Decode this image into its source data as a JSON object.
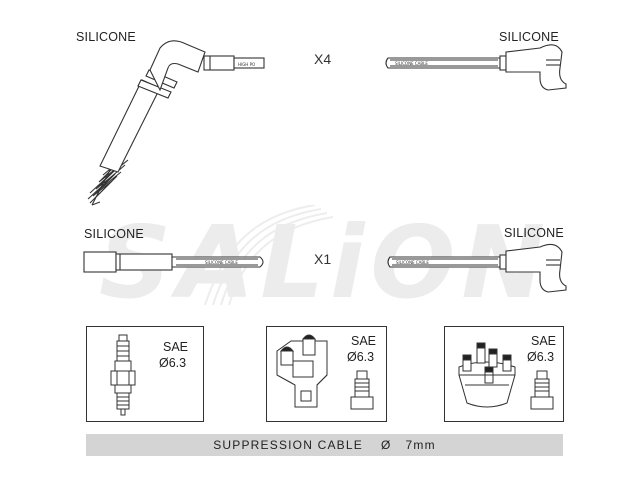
{
  "top_row": {
    "left_label": "SILICONE",
    "right_label": "SILICONE",
    "multiplier": "X4",
    "left_wire_print": "HIGH PO",
    "right_wire_print": "SILICONE CABLE"
  },
  "mid_row": {
    "left_label": "SILICONE",
    "right_label": "SILICONE",
    "multiplier": "X1",
    "left_wire_print": "SILICONE CABLE",
    "right_wire_print": "SILICONE CABLE"
  },
  "watermark": {
    "text": "SALiON"
  },
  "boxes": [
    {
      "sae_label": "SAE",
      "diameter": "Ø6.3",
      "depicts": "spark-plug"
    },
    {
      "sae_label": "SAE",
      "diameter": "Ø6.3",
      "depicts": "distributor-cap-2-post"
    },
    {
      "sae_label": "SAE",
      "diameter": "Ø6.3",
      "depicts": "distributor-cap-multi-post"
    }
  ],
  "footer": {
    "text": "SUPPRESSION CABLE",
    "symbol": "Ø",
    "size": "7mm"
  },
  "colors": {
    "line": "#333333",
    "footer_bg": "#d4d4d4",
    "watermark": "#ececec"
  }
}
